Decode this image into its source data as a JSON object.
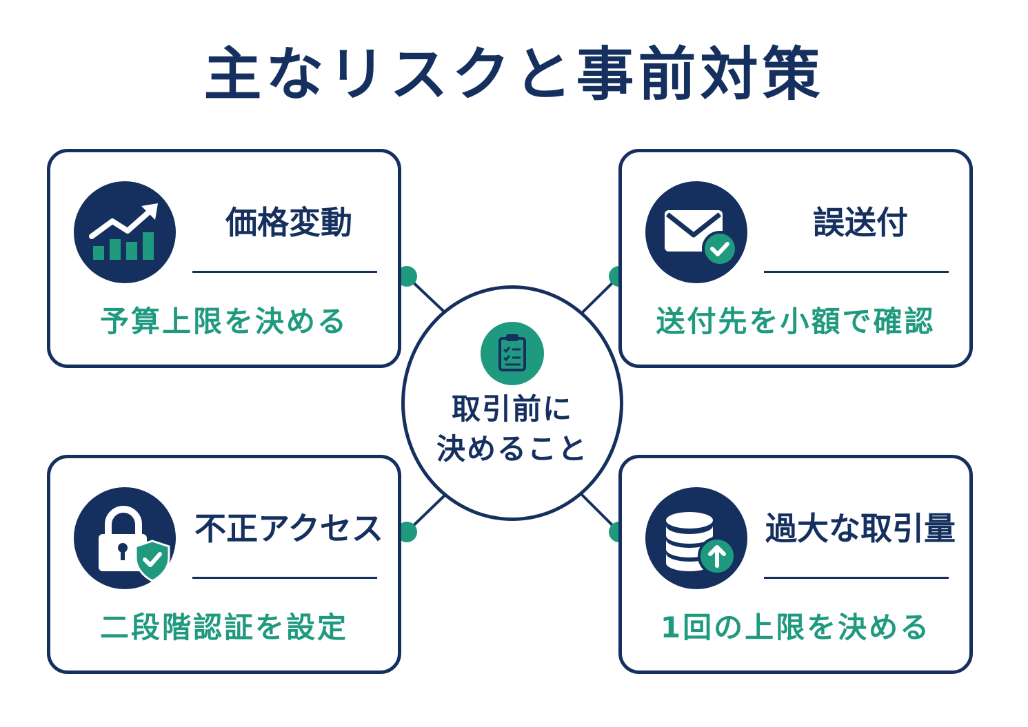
{
  "title": "主なリスクと事前対策",
  "hub": {
    "line1": "取引前に",
    "line2": "決めること",
    "icon": "clipboard-checklist-icon"
  },
  "colors": {
    "navy": "#15305f",
    "teal": "#1f9a7f"
  },
  "cards": [
    {
      "title": "価格変動",
      "measure": "予算上限を決める",
      "icon": "price-chart-icon"
    },
    {
      "title": "誤送付",
      "measure": "送付先を小額で確認",
      "icon": "envelope-check-icon"
    },
    {
      "title": "不正アクセス",
      "measure": "二段階認証を設定",
      "icon": "lock-shield-icon"
    },
    {
      "title": "過大な取引量",
      "measure": "1回の上限を決める",
      "icon": "coin-stack-upload-icon"
    }
  ]
}
